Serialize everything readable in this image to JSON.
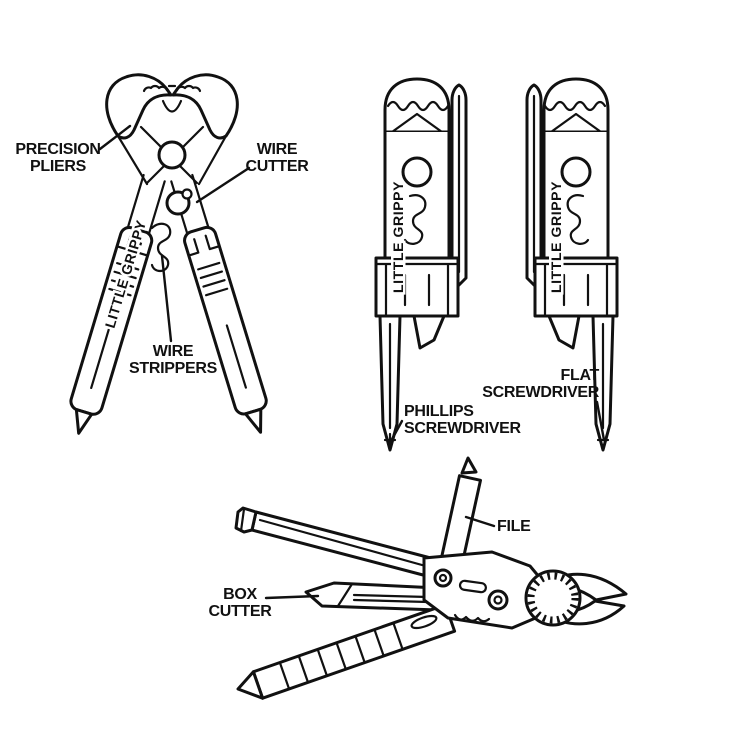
{
  "brand": "LITTLE GRIPPY",
  "callouts": {
    "precision_pliers": {
      "line1": "PRECISION",
      "line2": "PLIERS"
    },
    "wire_cutter": {
      "line1": "WIRE",
      "line2": "CUTTER"
    },
    "wire_strippers": {
      "line1": "WIRE",
      "line2": "STRIPPERS"
    },
    "phillips_screwdriver": {
      "line1": "PHILLIPS",
      "line2": "SCREWDRIVER"
    },
    "flat_screwdriver": {
      "line1": "FLAT",
      "line2": "SCREWDRIVER"
    },
    "file": {
      "line1": "FILE"
    },
    "box_cutter": {
      "line1": "BOX",
      "line2": "CUTTER"
    }
  },
  "colors": {
    "ink": "#111111",
    "background": "#ffffff"
  }
}
